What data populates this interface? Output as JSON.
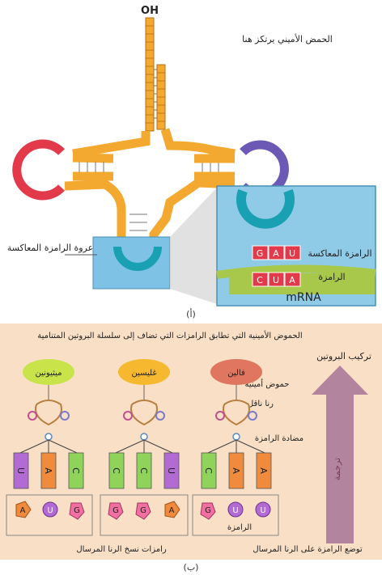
{
  "panel_a": {
    "oh_label": "OH",
    "amino_attach_label": "الحمض الأميني يرتكز هنا",
    "anticodon_loop_label": "عروة الرامزة المعاكسة",
    "anticodon_label": "الرامزة المعاكسة",
    "anticodon_bases": [
      "G",
      "A",
      "U"
    ],
    "codon_label": "الرامزة",
    "codon_bases": [
      "C",
      "U",
      "A"
    ],
    "mrna_label": "mRNA",
    "caption": "(أ)"
  },
  "panel_b": {
    "header": "الحموض الأمينية التي تطابق الرامزات التي تضاف إلى سلسلة البروتين المتنامية",
    "protein_synthesis_label": "تركيب البروتين",
    "arrow_label": "ترجمة",
    "amino_acids_label": "حموض أمينية",
    "trna_label": "رنا ناقل",
    "anticodon_label": "مضادة الرامزة",
    "codon_label": "الرامزة",
    "codons_note": "رامزات نسخ الرنا المرسال",
    "placement_note": "توضع الرامزة على الرنا المرسال",
    "caption": "(ب)",
    "columns": [
      {
        "amino_acid": "ميثيونين",
        "color": "#c8e44a",
        "bases": [
          "U",
          "A",
          "C"
        ],
        "base_colors": [
          "#b36bd4",
          "#f08a3c",
          "#8fd35a"
        ],
        "codon": [
          "A",
          "U",
          "G"
        ]
      },
      {
        "amino_acid": "غليسين",
        "color": "#f5b82e",
        "bases": [
          "C",
          "C",
          "U"
        ],
        "base_colors": [
          "#8fd35a",
          "#8fd35a",
          "#b36bd4"
        ],
        "codon": [
          "G",
          "G",
          "A"
        ]
      },
      {
        "amino_acid": "فالين",
        "color": "#e07560",
        "bases": [
          "C",
          "A",
          "A"
        ],
        "base_colors": [
          "#8fd35a",
          "#f08a3c",
          "#f08a3c"
        ],
        "codon": [
          "G",
          "U",
          "U"
        ]
      }
    ]
  }
}
